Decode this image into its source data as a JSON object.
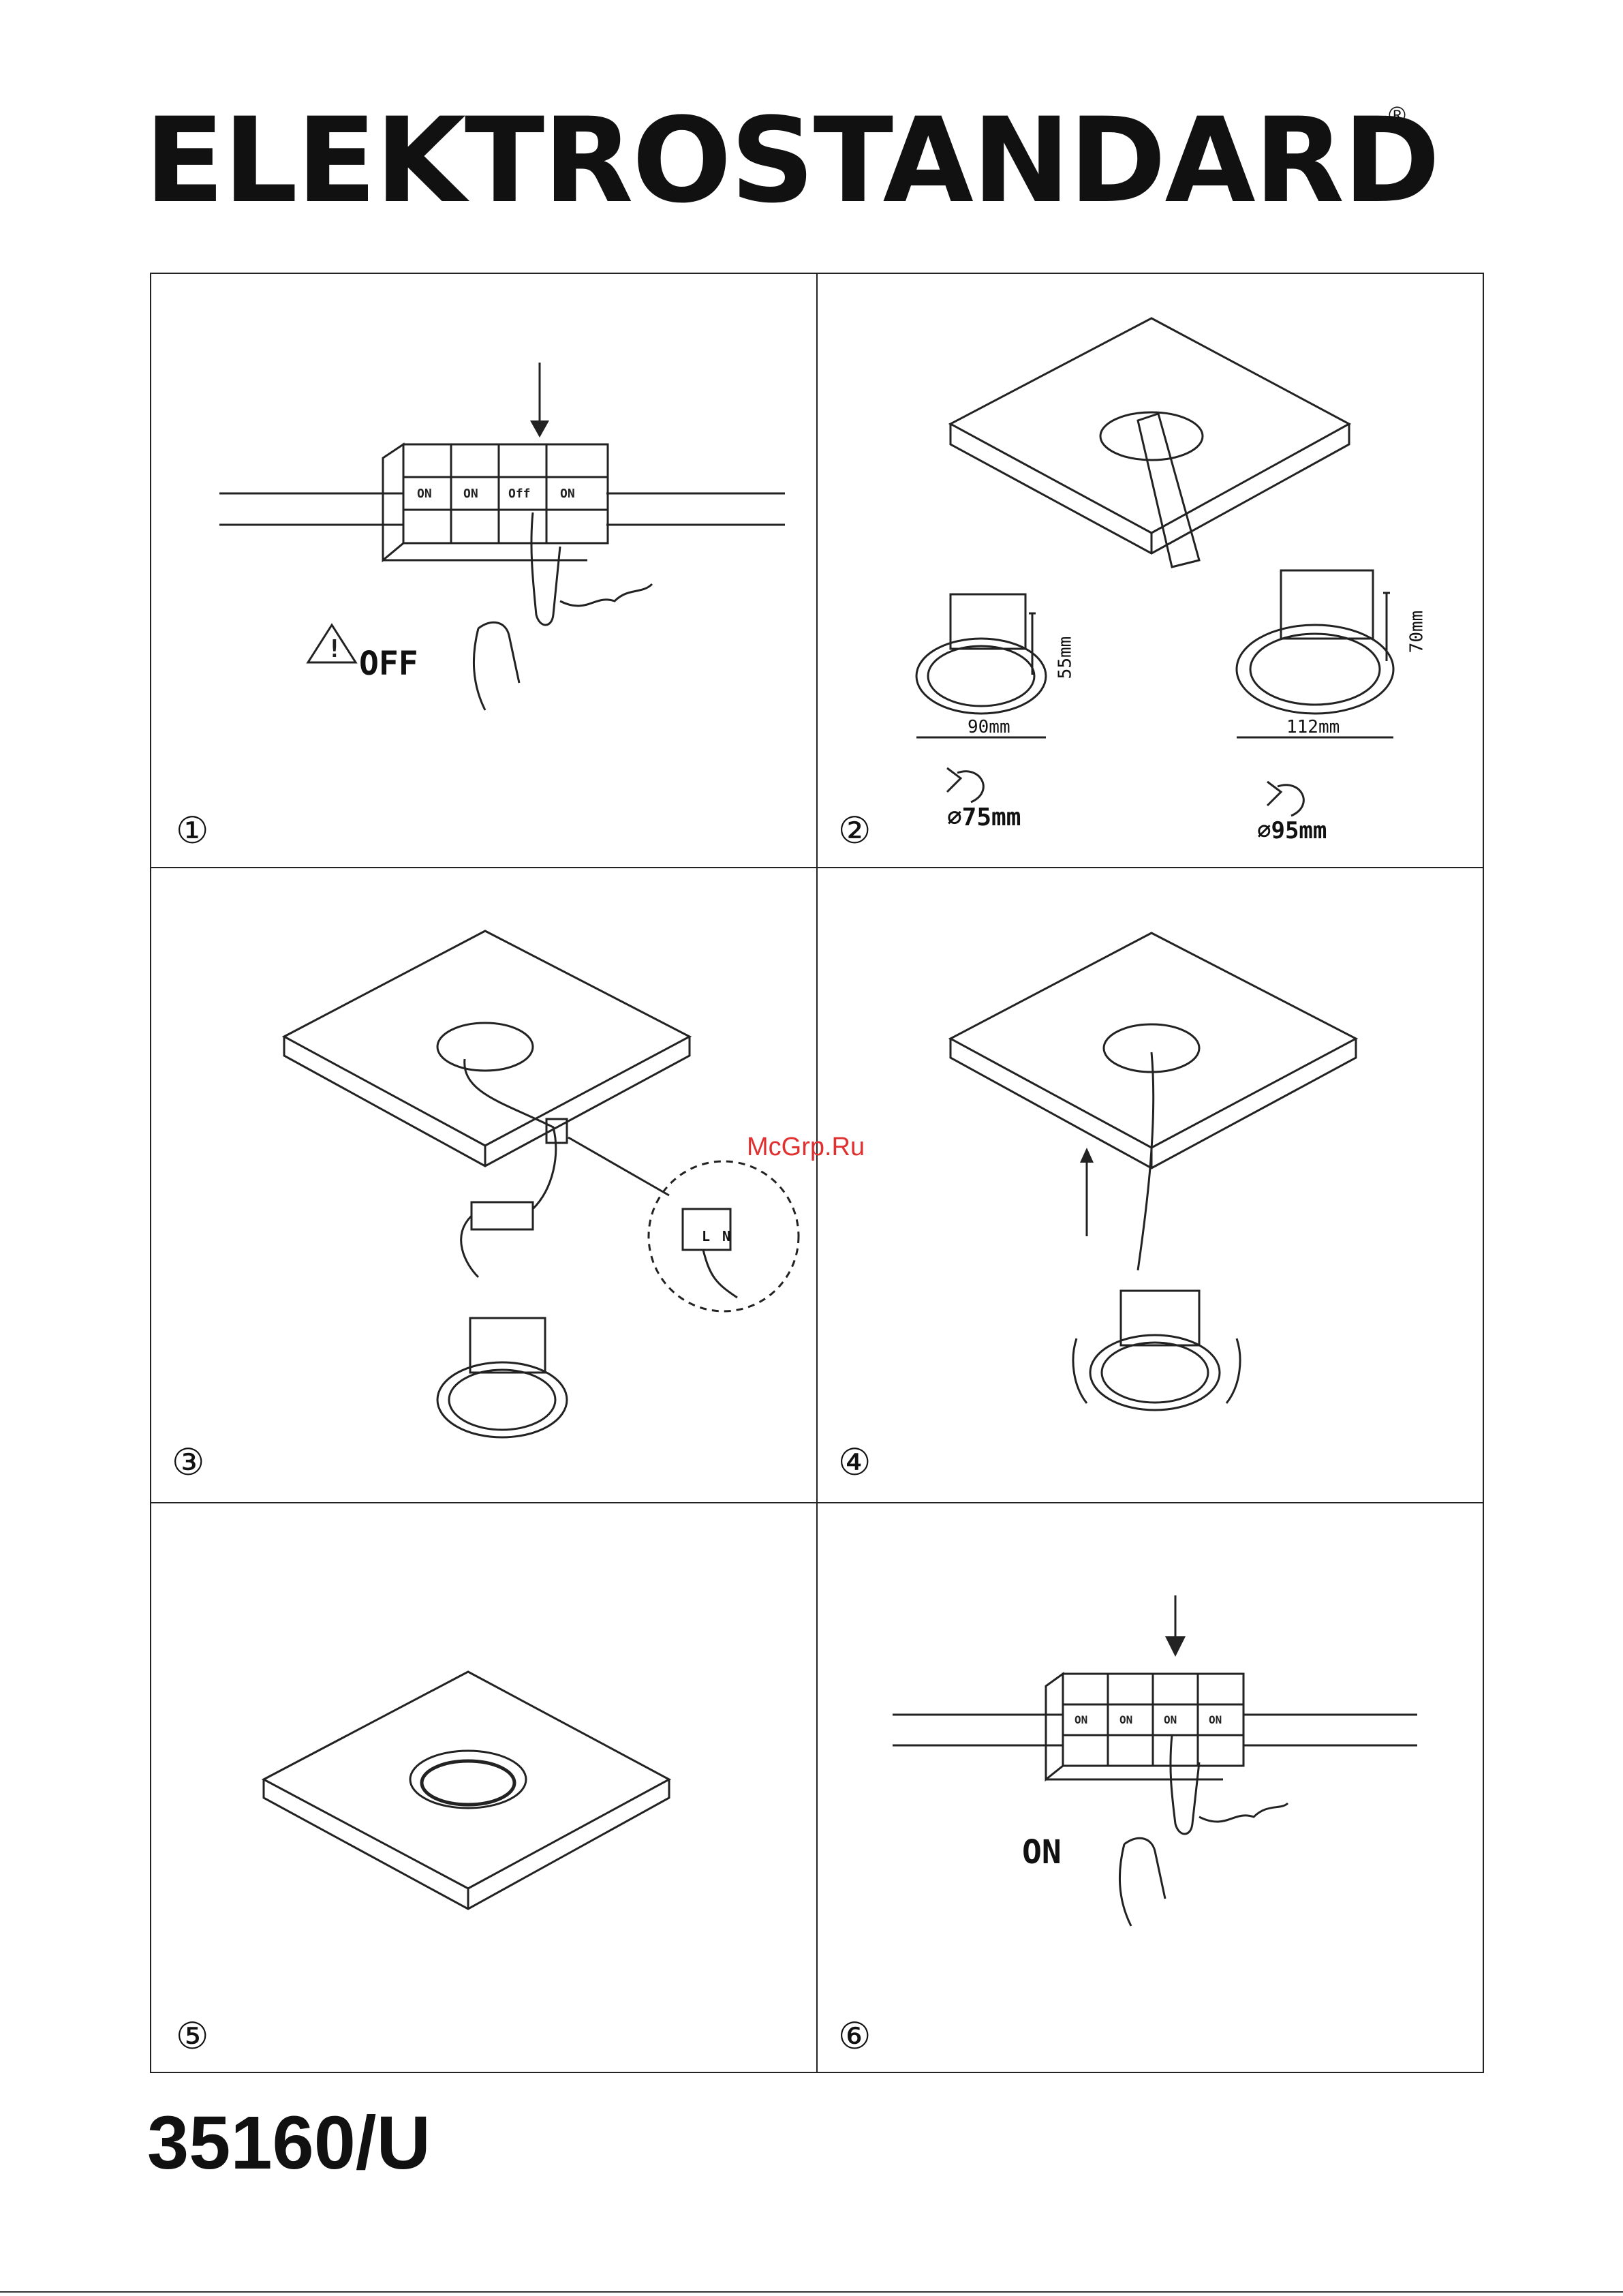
{
  "brand": {
    "name": "ELEKTROSTANDARD",
    "reg_mark": "®"
  },
  "watermark": "McGrp.Ru",
  "model": "35160/U",
  "steps": [
    {
      "number": "①",
      "warning_label": "OFF",
      "breaker_labels": [
        "ON",
        "ON",
        "Off",
        "ON"
      ]
    },
    {
      "number": "②",
      "left": {
        "width": "90mm",
        "height": "55mm",
        "cutout": "⌀75mm"
      },
      "right": {
        "width": "112mm",
        "height": "70mm",
        "cutout": "⌀95mm"
      }
    },
    {
      "number": "③",
      "terminal_labels": [
        "L",
        "N"
      ]
    },
    {
      "number": "④"
    },
    {
      "number": "⑤"
    },
    {
      "number": "⑥",
      "label": "ON",
      "breaker_labels": [
        "ON",
        "ON",
        "ON",
        "ON"
      ]
    }
  ],
  "colors": {
    "line": "#222222",
    "watermark": "#e03030"
  }
}
